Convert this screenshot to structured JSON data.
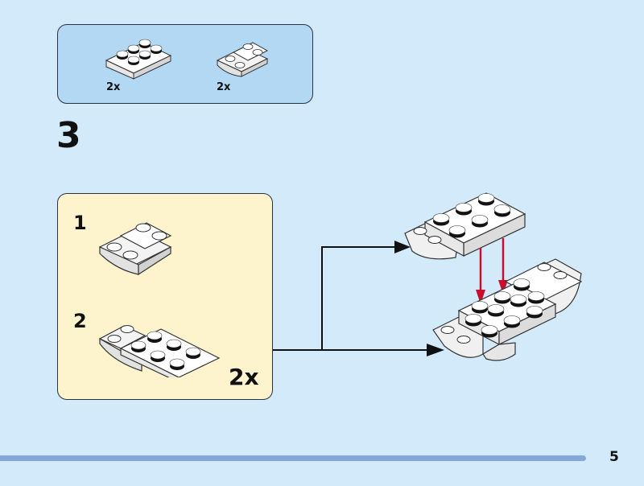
{
  "parts_list": {
    "items": [
      {
        "part": "plate-2x3",
        "quantity": "2x"
      },
      {
        "part": "inverted-slope-2x2",
        "quantity": "2x"
      }
    ]
  },
  "step": {
    "number": "3",
    "sub_assembly": {
      "sub_steps": [
        {
          "number": "1",
          "part": "inverted-slope-2x2"
        },
        {
          "number": "2",
          "part": "plate-2x3"
        }
      ],
      "quantity": "2x"
    }
  },
  "colors": {
    "page_background": "#d3eafb",
    "parts_box": "#b3d8f3",
    "sub_assembly_box": "#fdf3cc",
    "placement_arrow": "#c8102e",
    "progress_bar": "#86a8d8"
  },
  "footer": {
    "page_number": "5",
    "progress_fraction": 0.91
  }
}
